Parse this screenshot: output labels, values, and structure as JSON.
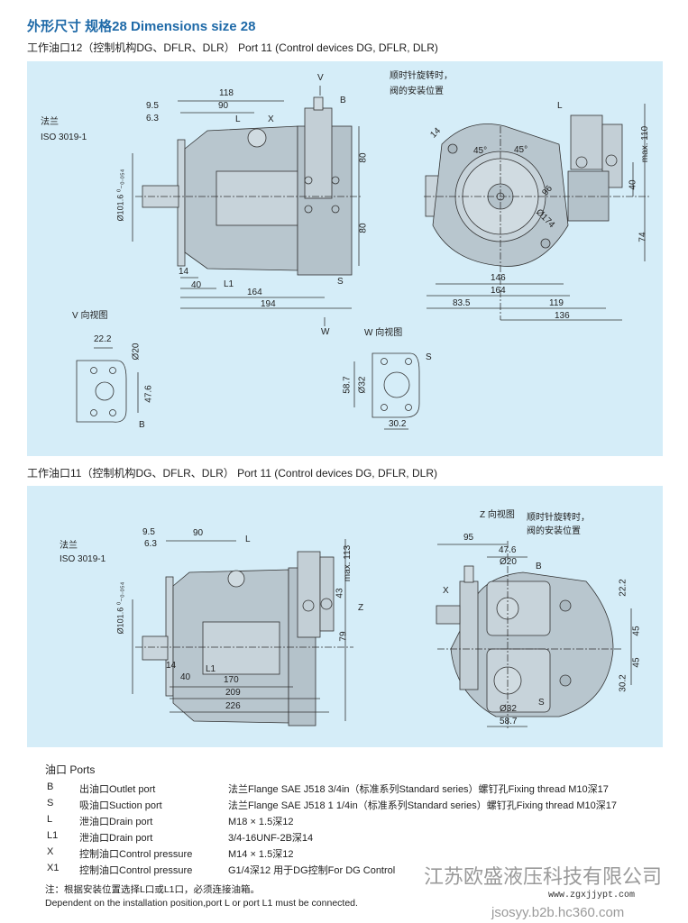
{
  "header": {
    "title": "外形尺寸 规格28  Dimensions size 28",
    "subtitle1": "工作油口12（控制机构DG、DFLR、DLR） Port 11 (Control devices DG, DFLR, DLR)",
    "subtitle2": "工作油口11（控制机构DG、DFLR、DLR） Port 11 (Control devices DG, DFLR, DLR)"
  },
  "drawing1": {
    "flange_cn": "法兰",
    "flange_std": "ISO 3019-1",
    "side": [
      "118",
      "90",
      "9.5",
      "6.3",
      "L",
      "X",
      "V",
      "B",
      "80",
      "80",
      "Ø101.6 ⁰₋₀.₀₅₄",
      "14",
      "40",
      "L1",
      "164",
      "194",
      "S",
      "W"
    ],
    "front": [
      "顺时针旋转时，",
      "阀的安装位置",
      "L",
      "14",
      "45°",
      "45°",
      "96",
      "Ø174",
      "max. 110",
      "40",
      "74",
      "146",
      "164",
      "83.5",
      "119",
      "136"
    ],
    "v_view": {
      "title": "V 向视图",
      "dims": [
        "22.2",
        "Ø20",
        "47.6",
        "B"
      ]
    },
    "w_view": {
      "title": "W 向视图",
      "dims": [
        "S",
        "58.7",
        "Ø32",
        "30.2"
      ]
    }
  },
  "drawing2": {
    "flange_cn": "法兰",
    "flange_std": "ISO 3019-1",
    "side": [
      "9.5",
      "6.3",
      "90",
      "L",
      "Ø101.6 ⁰₋₀.₀₅₄",
      "max. 113",
      "43",
      "Z",
      "79",
      "14",
      "40",
      "L1",
      "170",
      "209",
      "226"
    ],
    "z_view": {
      "title": "Z 向视图",
      "note1": "顺时针旋转时，",
      "note2": "阀的安装位置",
      "dims": [
        "95",
        "47.6",
        "Ø20",
        "B",
        "X",
        "22.2",
        "45",
        "45",
        "30.2",
        "S",
        "Ø32",
        "58.7"
      ]
    }
  },
  "ports": {
    "heading": "油口 Ports",
    "rows": [
      {
        "code": "B",
        "name": "出油口Outlet port",
        "spec": "法兰Flange SAE J518 3/4in（标准系列Standard series）螺钉孔Fixing thread M10深17"
      },
      {
        "code": "S",
        "name": "吸油口Suction port",
        "spec": "法兰Flange SAE J518 1 1/4in（标准系列Standard series）螺钉孔Fixing thread M10深17"
      },
      {
        "code": "L",
        "name": "泄油口Drain port",
        "spec": "M18 × 1.5深12"
      },
      {
        "code": "L1",
        "name": "泄油口Drain port",
        "spec": "3/4-16UNF-2B深14"
      },
      {
        "code": "X",
        "name": "控制油口Control pressure",
        "spec": "M14 × 1.5深12"
      },
      {
        "code": "X1",
        "name": "控制油口Control pressure",
        "spec": "G1/4深12 用于DG控制For DG Control"
      }
    ],
    "note_cn": "注：根据安装位置选择L口或L1口，必须连接油箱。",
    "note_en": "Dependent on the installation position,port L or port L1 must be connected."
  },
  "watermark": {
    "company": "江苏欧盛液压科技有限公司",
    "site1": "www.zgxjjypt.com",
    "site2": "jsosyy.b2b.hc360.com"
  },
  "colors": {
    "title": "#1f6aa8",
    "panel": "#d5edf8"
  }
}
